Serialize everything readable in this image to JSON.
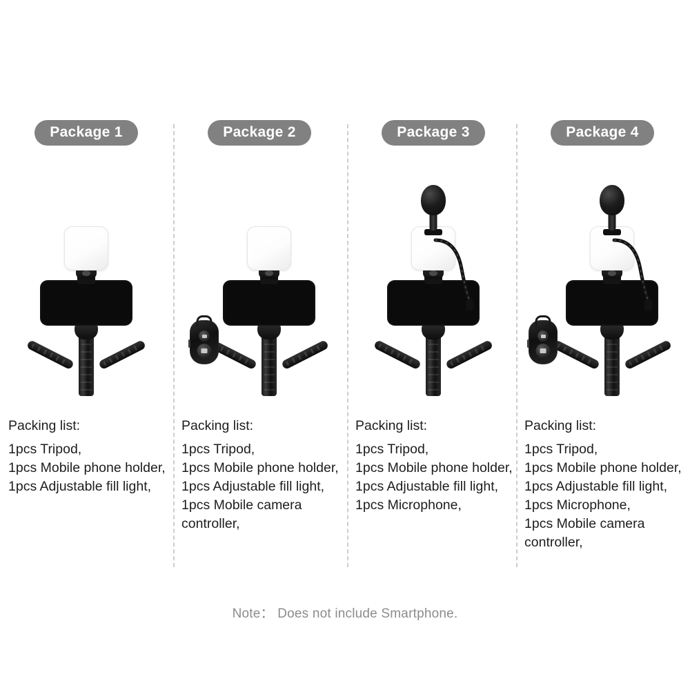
{
  "packages": [
    {
      "badge": "Package 1",
      "list_title": "Packing list:",
      "items": [
        "1pcs Tripod,",
        "1pcs Mobile phone holder,",
        "1pcs Adjustable fill light,"
      ],
      "contents": {
        "tripod": true,
        "phone_holder": true,
        "fill_light": true,
        "microphone": false,
        "remote": false
      }
    },
    {
      "badge": "Package 2",
      "list_title": "Packing list:",
      "items": [
        "1pcs Tripod,",
        "1pcs Mobile phone holder,",
        "1pcs Adjustable fill light,",
        "1pcs Mobile camera controller,"
      ],
      "contents": {
        "tripod": true,
        "phone_holder": true,
        "fill_light": true,
        "microphone": false,
        "remote": true
      }
    },
    {
      "badge": "Package 3",
      "list_title": "Packing list:",
      "items": [
        "1pcs Tripod,",
        "1pcs Mobile phone holder,",
        "1pcs Adjustable fill light,",
        "1pcs Microphone,"
      ],
      "contents": {
        "tripod": true,
        "phone_holder": true,
        "fill_light": true,
        "microphone": true,
        "remote": false
      }
    },
    {
      "badge": "Package 4",
      "list_title": "Packing list:",
      "items": [
        "1pcs Tripod,",
        "1pcs Mobile phone holder,",
        "1pcs Adjustable fill light,",
        "1pcs Microphone,",
        "1pcs Mobile camera controller,"
      ],
      "contents": {
        "tripod": true,
        "phone_holder": true,
        "fill_light": true,
        "microphone": true,
        "remote": true
      }
    }
  ],
  "note": "Note： Does not include Smartphone.",
  "colors": {
    "badge_background": "#818181",
    "badge_text": "#ffffff",
    "body_text": "#1d1d1d",
    "note_text": "#8c8c8c",
    "divider": "#c9cfd2",
    "background": "#ffffff",
    "product_black": "#0b0b0b",
    "product_white": "#ffffff"
  }
}
